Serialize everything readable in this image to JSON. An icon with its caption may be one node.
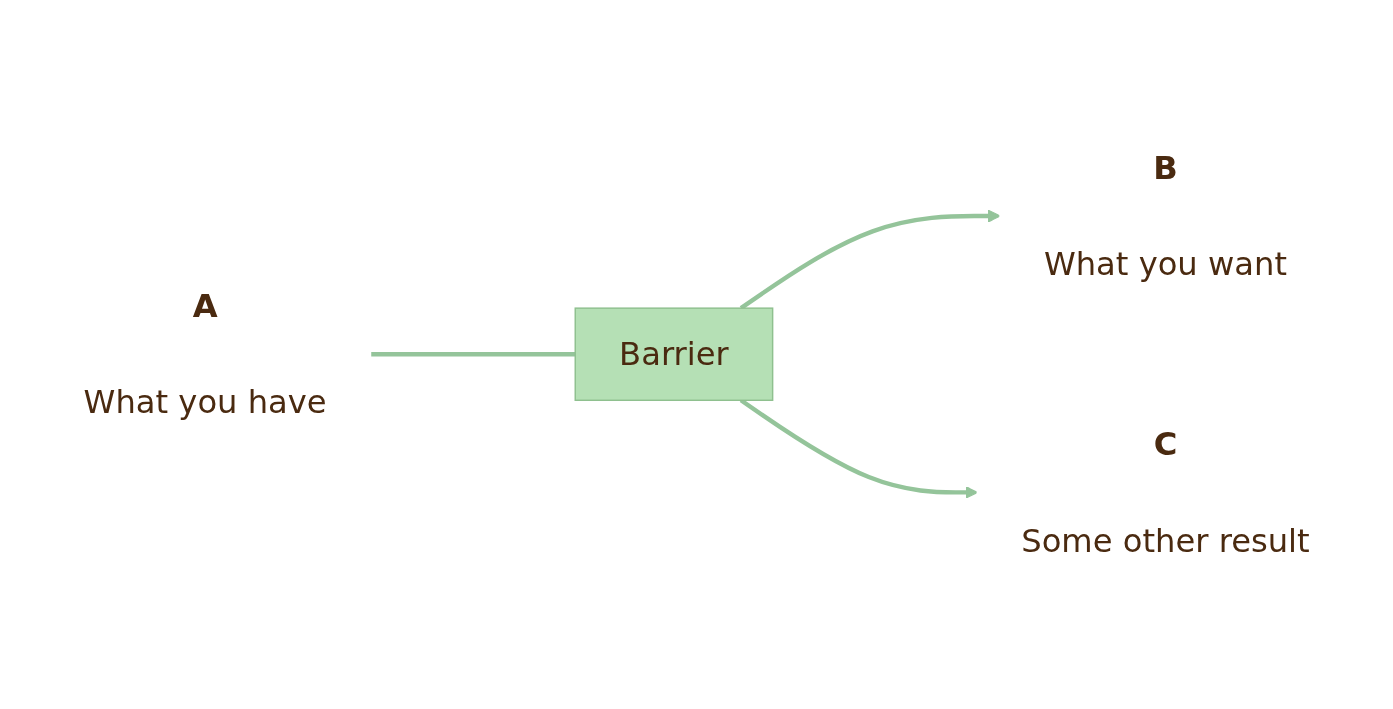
{
  "diagram": {
    "nodes": [
      {
        "text": [
          "A",
          "What you have"
        ]
      },
      {
        "text": [
          "Barrier"
        ]
      },
      {
        "text": [
          "B",
          "What you want"
        ]
      },
      {
        "text": [
          "C",
          "Some other result"
        ]
      }
    ],
    "edges": [
      {
        "from": 0,
        "to": 1,
        "arrow": "none"
      },
      {
        "from": 1,
        "to": 2,
        "arrow": "to"
      },
      {
        "from": 1,
        "to": 3,
        "arrow": "to"
      }
    ]
  }
}
